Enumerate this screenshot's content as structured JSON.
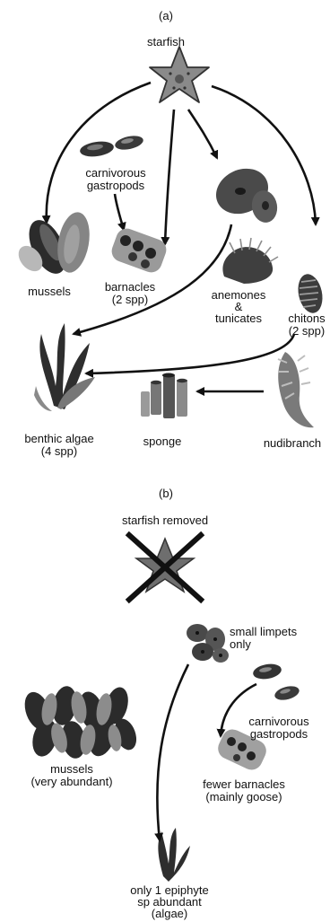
{
  "panel_a": {
    "label": "(a)",
    "starfish": "starfish",
    "carnivorous_gastropods": [
      "carnivorous",
      "gastropods"
    ],
    "mussels": "mussels",
    "barnacles": [
      "barnacles",
      "(2 spp)"
    ],
    "anemones_tunicates": [
      "anemones",
      "&",
      "tunicates"
    ],
    "chitons": [
      "chitons",
      "(2 spp)"
    ],
    "benthic_algae": [
      "benthic algae",
      "(4 spp)"
    ],
    "sponge": "sponge",
    "nudibranch": "nudibranch"
  },
  "panel_b": {
    "label": "(b)",
    "starfish_removed": "starfish removed",
    "small_limpets": [
      "small limpets",
      "only"
    ],
    "mussels": [
      "mussels",
      "(very abundant)"
    ],
    "carnivorous_gastropods": [
      "carnivorous",
      "gastropods"
    ],
    "fewer_barnacles": [
      "fewer barnacles",
      "(mainly goose)"
    ],
    "epiphyte": [
      "only 1 epiphyte",
      "sp abundant",
      "(algae)"
    ]
  },
  "colors": {
    "ink": "#111111",
    "dark": "#2a2a2a",
    "mid": "#6f6f6f",
    "light": "#a8a8a8",
    "pale": "#cfcfcf"
  }
}
